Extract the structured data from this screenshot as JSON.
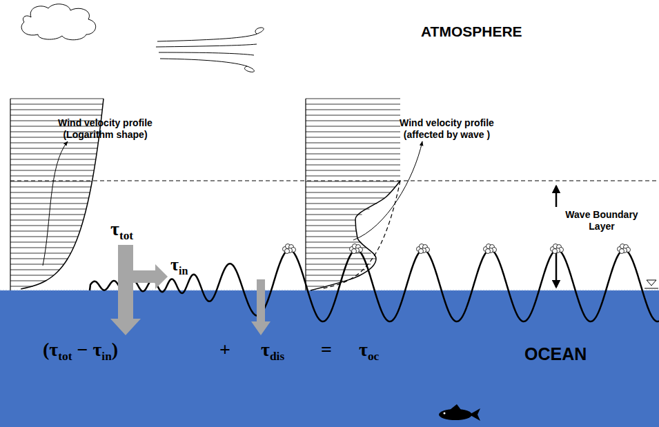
{
  "diagram": {
    "labels": [
      "ATMOSPHERE",
      "Wind velocity profile (Logarithm shape)",
      "Wind velocity profile (affected by wave )",
      "Wave Boundary Layer",
      "τtot",
      "τin",
      "(τtot − τin)",
      "+",
      "τdis",
      "=",
      "τoc",
      "OCEAN"
    ]
  }
}
